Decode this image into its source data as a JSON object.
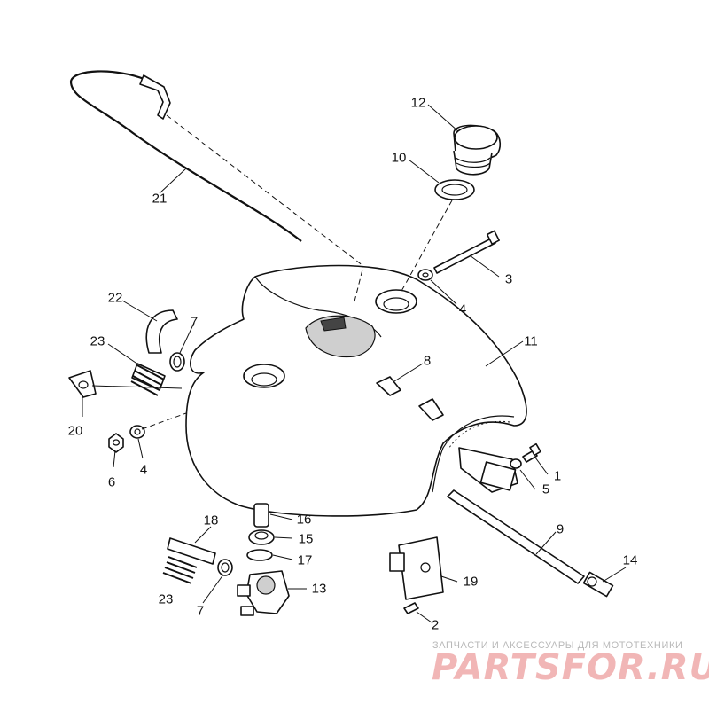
{
  "diagram": {
    "callouts": [
      {
        "id": "c12",
        "label": "12"
      },
      {
        "id": "c10",
        "label": "10"
      },
      {
        "id": "c21",
        "label": "21"
      },
      {
        "id": "c3",
        "label": "3"
      },
      {
        "id": "c4a",
        "label": "4"
      },
      {
        "id": "c22",
        "label": "22"
      },
      {
        "id": "c7a",
        "label": "7"
      },
      {
        "id": "c11",
        "label": "11"
      },
      {
        "id": "c23a",
        "label": "23"
      },
      {
        "id": "c8",
        "label": "8"
      },
      {
        "id": "c20",
        "label": "20"
      },
      {
        "id": "c1",
        "label": "1"
      },
      {
        "id": "c6",
        "label": "6"
      },
      {
        "id": "c4b",
        "label": "4"
      },
      {
        "id": "c5",
        "label": "5"
      },
      {
        "id": "c16",
        "label": "16"
      },
      {
        "id": "c18",
        "label": "18"
      },
      {
        "id": "c9",
        "label": "9"
      },
      {
        "id": "c15",
        "label": "15"
      },
      {
        "id": "c17",
        "label": "17"
      },
      {
        "id": "c14",
        "label": "14"
      },
      {
        "id": "c13",
        "label": "13"
      },
      {
        "id": "c19",
        "label": "19"
      },
      {
        "id": "c23b",
        "label": "23"
      },
      {
        "id": "c7b",
        "label": "7"
      },
      {
        "id": "c2",
        "label": "2"
      }
    ]
  },
  "watermark": {
    "tagline": "ЗАПЧАСТИ И АКСЕССУАРЫ ДЛЯ МОТОТЕХНИКИ",
    "logo": "PARTSFOR.RU"
  },
  "colors": {
    "line": "#111111",
    "watermark_logo": "#f1b6b6",
    "watermark_text": "#b9b9b9"
  }
}
